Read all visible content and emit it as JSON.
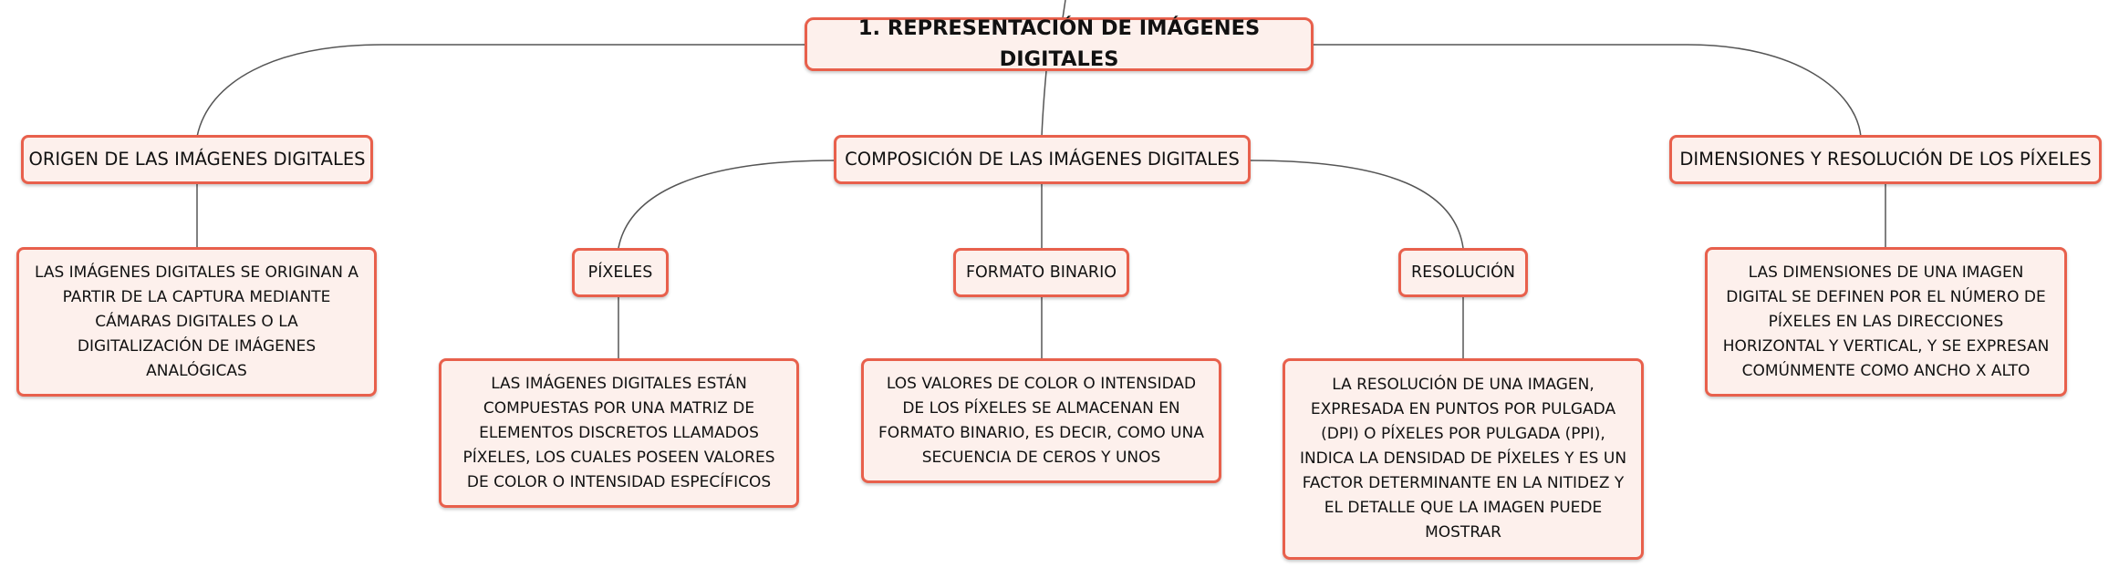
{
  "map": {
    "root": "1. REPRESENTACIÓN DE IMÁGENES DIGITALES",
    "origen": {
      "title": "ORIGEN DE LAS IMÁGENES DIGITALES",
      "detail": "LAS IMÁGENES DIGITALES SE ORIGINAN A PARTIR DE LA CAPTURA MEDIANTE CÁMARAS DIGITALES O LA DIGITALIZACIÓN DE IMÁGENES ANALÓGICAS"
    },
    "composicion": {
      "title": "COMPOSICIÓN DE LAS IMÁGENES DIGITALES",
      "pixeles": {
        "title": "PÍXELES",
        "detail": "LAS IMÁGENES DIGITALES ESTÁN COMPUESTAS POR UNA MATRIZ DE ELEMENTOS DISCRETOS LLAMADOS PÍXELES, LOS CUALES POSEEN VALORES DE COLOR O INTENSIDAD ESPECÍFICOS"
      },
      "binario": {
        "title": "FORMATO BINARIO",
        "detail": "LOS VALORES DE COLOR O INTENSIDAD DE LOS PÍXELES SE ALMACENAN EN FORMATO BINARIO, ES DECIR, COMO UNA SECUENCIA DE CEROS Y UNOS"
      },
      "resolucion": {
        "title": "RESOLUCIÓN",
        "detail": "LA RESOLUCIÓN DE UNA IMAGEN, EXPRESADA EN PUNTOS POR PULGADA (DPI) O PÍXELES POR PULGADA (PPI), INDICA LA DENSIDAD DE PÍXELES Y ES UN FACTOR DETERMINANTE EN LA NITIDEZ Y EL DETALLE QUE LA IMAGEN PUEDE MOSTRAR"
      }
    },
    "dimensiones": {
      "title": "DIMENSIONES Y RESOLUCIÓN DE LOS PÍXELES",
      "detail": "LAS DIMENSIONES DE UNA IMAGEN DIGITAL SE DEFINEN POR EL NÚMERO DE PÍXELES EN LAS DIRECCIONES HORIZONTAL Y VERTICAL, Y SE EXPRESAN COMÚNMENTE COMO ANCHO X ALTO"
    }
  },
  "colors": {
    "node_border": "#e8604c",
    "node_fill": "#fdf0ec",
    "connector": "#555555",
    "text": "#111111"
  }
}
